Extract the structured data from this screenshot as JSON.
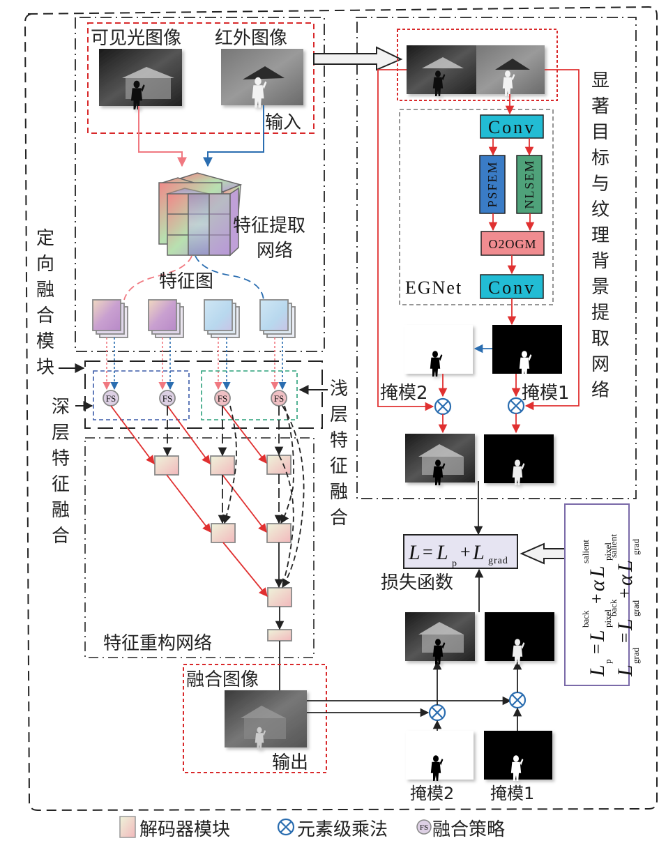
{
  "inputs": {
    "visible_label": "可见光图像",
    "infrared_label": "红外图像",
    "input_label": "输入"
  },
  "feature_extraction": {
    "label_line1": "特征提取",
    "label_line2": "网络",
    "feature_map_label": "特征图"
  },
  "left_labels": {
    "directional_fusion": "定向融合模块",
    "deep_fusion": "深层特征融合",
    "shallow_fusion": "浅层特征融合"
  },
  "fusion_strategy_nodes": [
    "FS",
    "FS",
    "FS",
    "FS"
  ],
  "reconstruction": {
    "label": "特征重构网络"
  },
  "output": {
    "fused_label": "融合图像",
    "output_label": "输出"
  },
  "egnet": {
    "name": "EGNet",
    "conv_top": "Conv",
    "psfem": "PSFEM",
    "nlsem": "NLSEM",
    "o2ogm": "O2OGM",
    "conv_bottom": "Conv",
    "side_label": "显著目标与纹理背景提取网络",
    "mask2_label": "掩模2",
    "mask1_label": "掩模1"
  },
  "loss": {
    "formula_L": "L",
    "formula_eq": "=",
    "formula_Lp": "L",
    "formula_p_sub": "p",
    "formula_plus": "+",
    "formula_Lgrad": "L",
    "formula_grad_sub": "grad",
    "label": "损失函数",
    "eq1": {
      "lhs_sub": "p",
      "back_sub": "pixel",
      "back_sup": "back",
      "alpha": "α",
      "sal_sub": "pixel",
      "sal_sup": "salient"
    },
    "eq2": {
      "lhs_sub": "grad",
      "back_sub": "grad",
      "back_sup": "back",
      "alpha": "α",
      "sal_sub": "grad",
      "sal_sup": "salient"
    }
  },
  "bottom_masks": {
    "mask2_label": "掩模2",
    "mask1_label": "掩模1"
  },
  "legend": {
    "decoder": "解码器模块",
    "multiply": "元素级乘法",
    "fusion": "融合策略",
    "fs_glyph": "FS"
  },
  "colors": {
    "red_arrow": "#e03030",
    "blue_arrow": "#2a6db0",
    "conv": "#22bcd4",
    "psfem": "#3a7cc6",
    "nlsem": "#4fa27a",
    "o2ogm": "#f08c90",
    "loss_box": "#e6e4f2",
    "formula_border": "#7a6aa8"
  }
}
